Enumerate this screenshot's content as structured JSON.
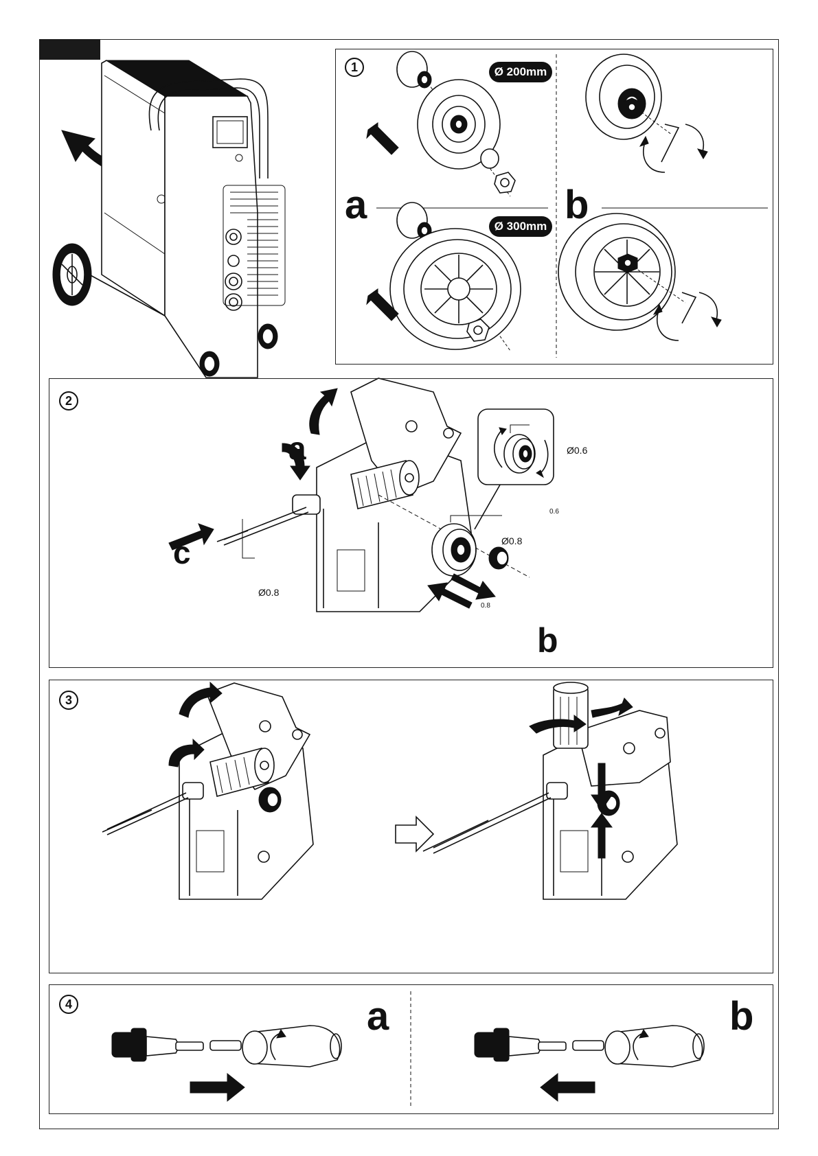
{
  "steps": {
    "step1": {
      "number": "1",
      "label_a": "a",
      "label_b": "b",
      "badge_200": "Ø 200mm",
      "badge_300": "Ø 300mm"
    },
    "step2": {
      "number": "2",
      "label_a": "a",
      "label_b": "b",
      "label_c": "c",
      "roller_small": "Ø0.6",
      "roller_small_mark": "0.6",
      "roller_main": "Ø0.8",
      "roller_main_mark": "0.8",
      "wire_dia": "Ø0.8"
    },
    "step3": {
      "number": "3"
    },
    "step4": {
      "number": "4",
      "label_a": "a",
      "label_b": "b"
    }
  },
  "colors": {
    "ink": "#111111",
    "paper": "#ffffff"
  },
  "icons": [
    "welder-machine-icon",
    "wire-spool-icon",
    "hex-nut-icon",
    "allen-key-icon",
    "rotate-arrow-icon",
    "wire-feeder-icon",
    "drive-roller-icon",
    "torch-nozzle-icon",
    "push-arrow-icon",
    "outline-arrow-icon"
  ]
}
